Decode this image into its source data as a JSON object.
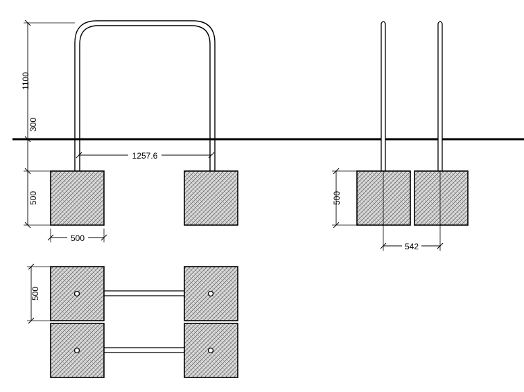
{
  "dimensions": {
    "height_above_ground": "1100",
    "embed_depth": "300",
    "inner_width": "1257.6",
    "footing_height_front": "500",
    "footing_width": "500",
    "footing_height_side": "500",
    "post_spacing": "542",
    "footing_plan_depth": "500"
  },
  "colors": {
    "line": "#000000",
    "concrete_fill": "#d9d9d9",
    "hatch": "#5a5a5a",
    "background": "#ffffff"
  },
  "icons": {
    "anchor_hole": "circle-icon"
  }
}
